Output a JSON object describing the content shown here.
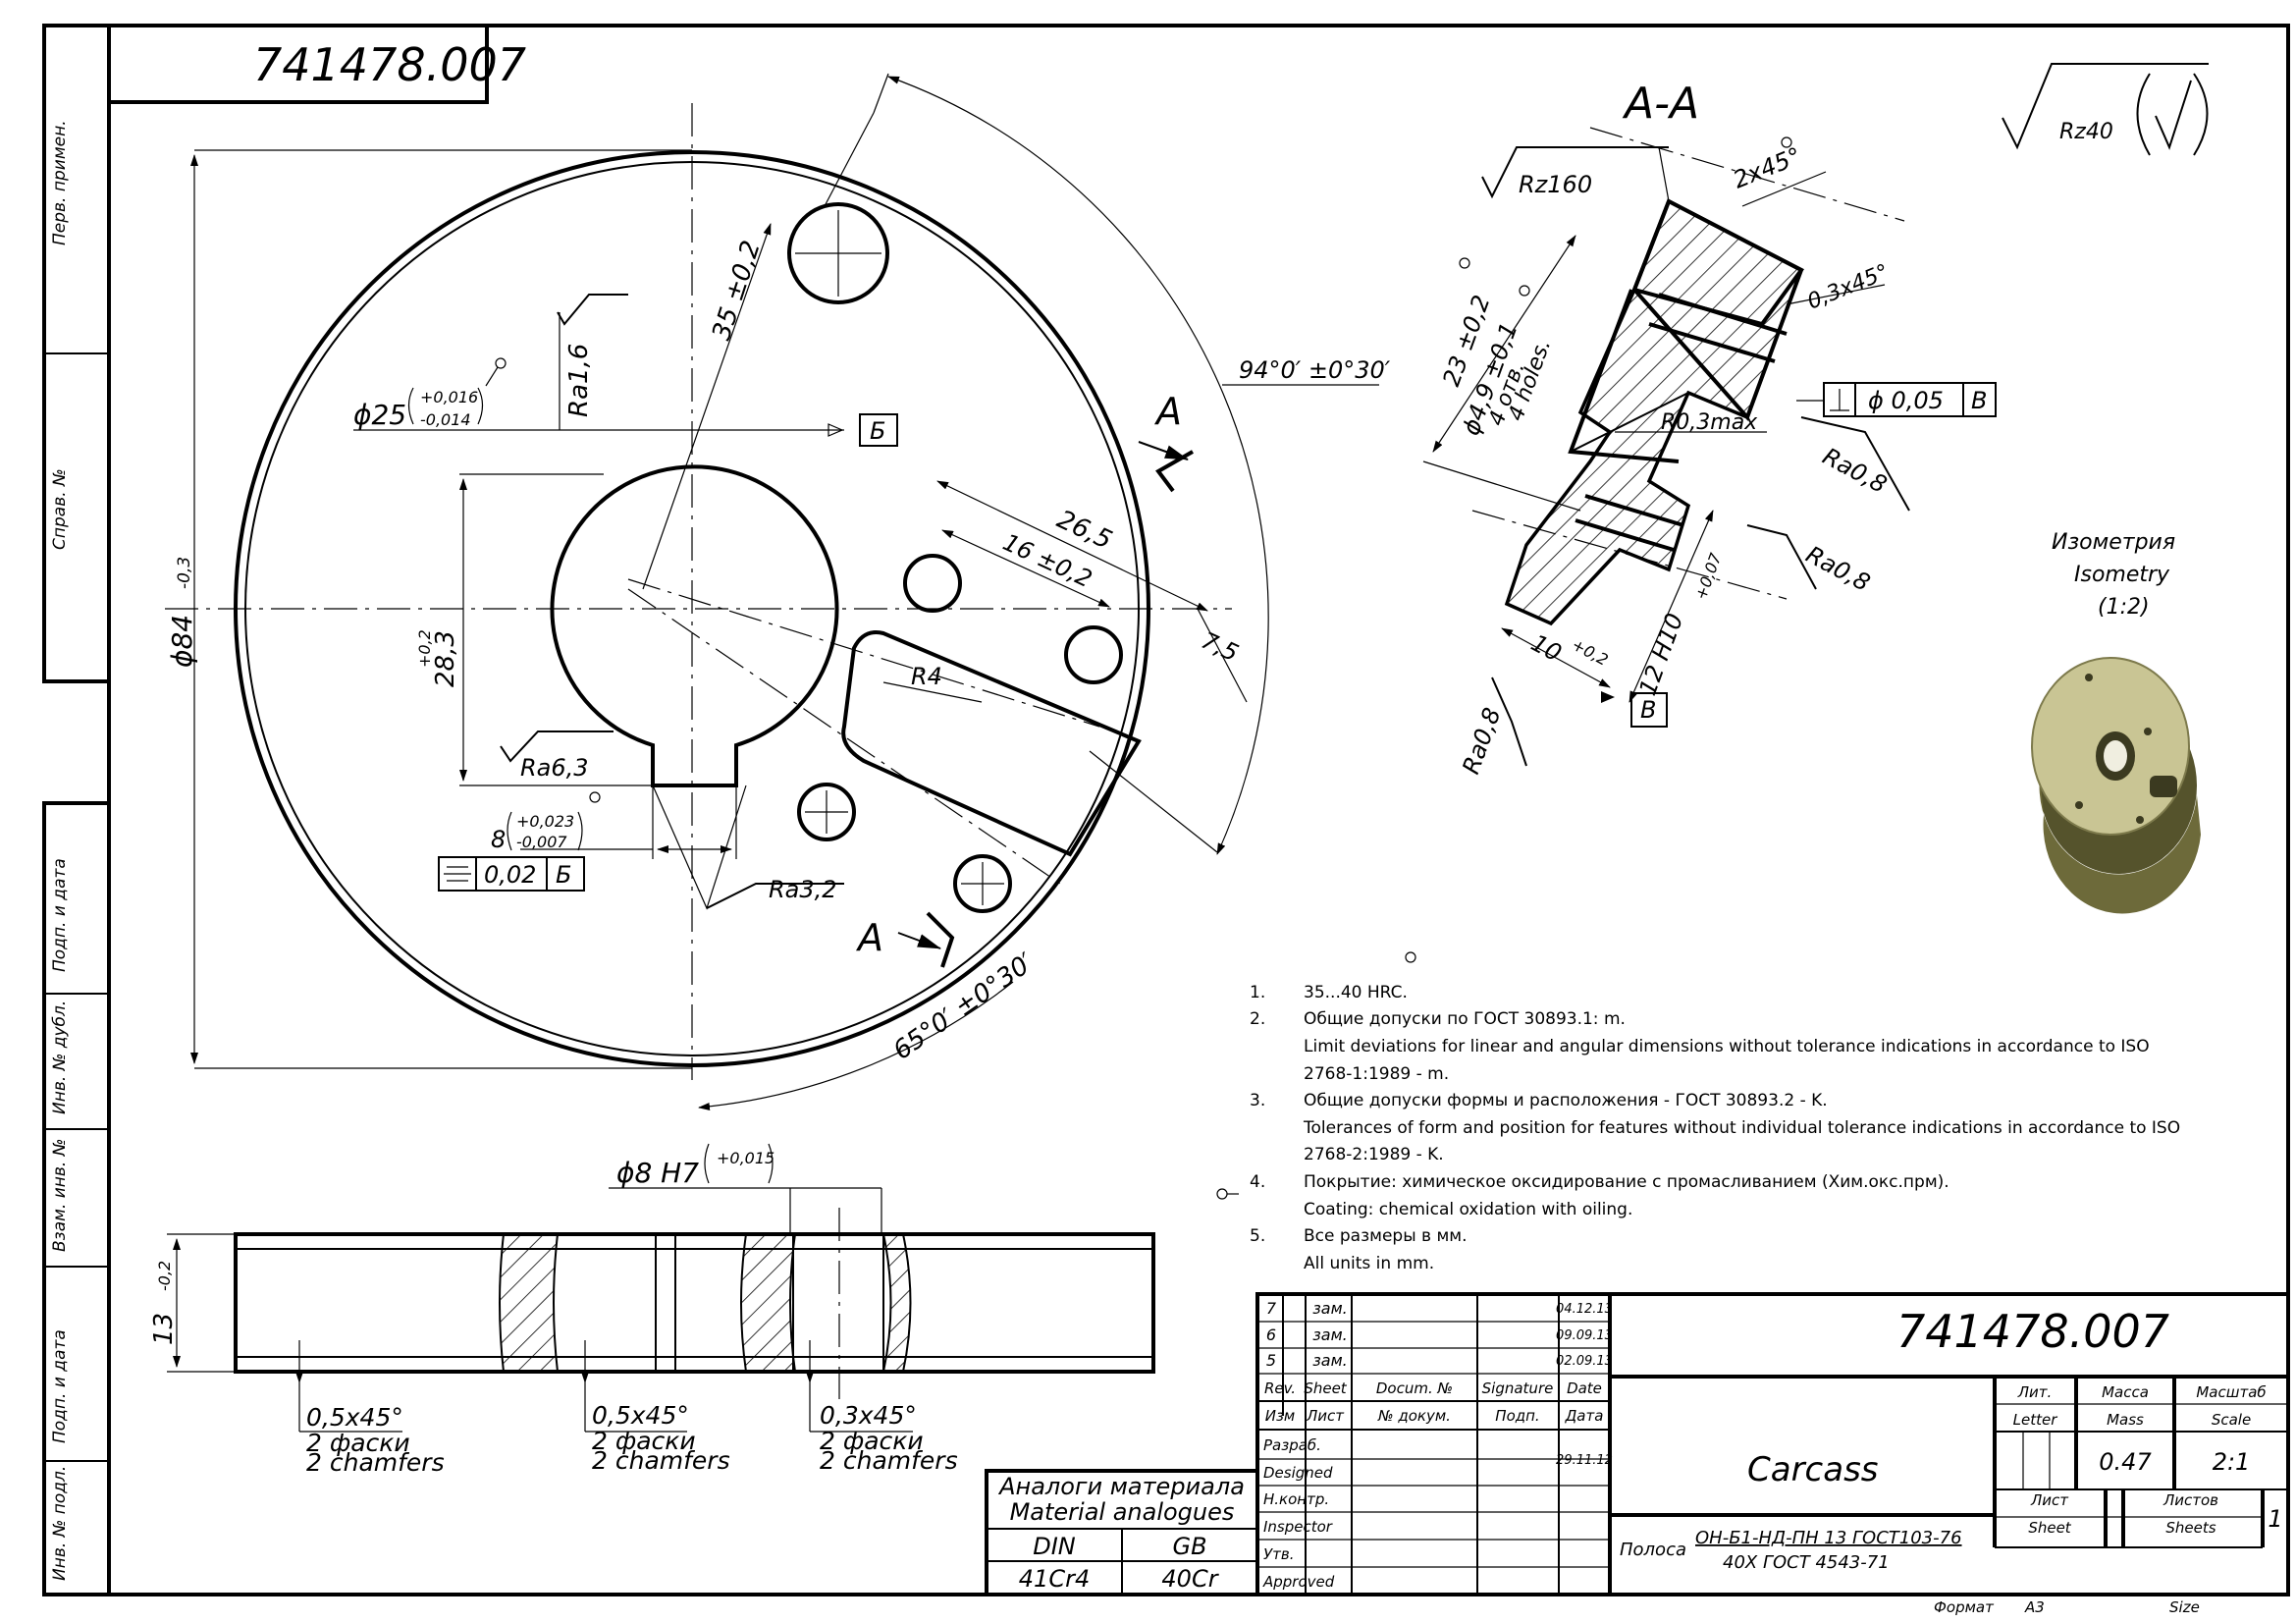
{
  "drawing_number": "741478.007",
  "side_strip": {
    "first_use": "Перв. примен.",
    "ref_no": "Справ. №",
    "sign_date_1": "Подп. и дата",
    "dup_inv": "Инв. № дубл.",
    "replace_inv": "Взам. инв. №",
    "sign_date_2": "Подп. и дата",
    "orig_inv": "Инв. № подл."
  },
  "section_label": "A-A",
  "surface_roughness": {
    "general": "Rz40",
    "section_rz": "Rz160"
  },
  "main_view": {
    "dims": {
      "diameter": "ϕ84",
      "diameter_tol": "-0,3",
      "bore": "ϕ25",
      "bore_tol_upper": "+0,016",
      "bore_tol_lower": "-0,014",
      "datum_b": "Б",
      "ra_bore": "Ra1,6",
      "key_depth": "28,3",
      "key_depth_tol": "+0,2",
      "ra_key": "Ra6,3",
      "key_width": "8",
      "key_tol_upper": "+0,023",
      "key_tol_lower": "-0,007",
      "symmetry_value": "0,02",
      "symmetry_datum": "Б",
      "ra_key_bottom": "Ra3,2",
      "radial": "35 ±0,2",
      "angle_top": "94°0′ ±0°30′",
      "angle_bottom": "65°0′ ±0°30′",
      "slot_len": "26,5",
      "hole_pitch": "16 ±0,2",
      "slot_offset": "7,5",
      "slot_radius": "R4",
      "cut_a": "A"
    }
  },
  "section_view": {
    "dims": {
      "chamfer_top": "2x45°",
      "chamfer_small": "0,3x45°",
      "height": "23 ±0,2",
      "holes": "ϕ4,9 ±0,1",
      "holes_ru": "4 отв.",
      "holes_en": "4 holes.",
      "radius": "R0,3max",
      "perp_value": "ϕ 0,05",
      "perp_datum": "B",
      "ra_top": "Ra0,8",
      "ra_mid": "Ra0,8",
      "ra_bot": "Ra0,8",
      "step": "10",
      "step_tol": "+0,2",
      "shaft_fit": "12 H10",
      "shaft_tol": "+0,07",
      "datum_b": "B"
    }
  },
  "bottom_view": {
    "thickness": "13",
    "thickness_tol": "-0,2",
    "hole_fit": "ϕ8 H7",
    "hole_tol": "+0,015",
    "chamfers": [
      {
        "size": "0,5x45°",
        "ru": "2 фаски",
        "en": "2 chamfers"
      },
      {
        "size": "0,5x45°",
        "ru": "2 фаски",
        "en": "2 chamfers"
      },
      {
        "size": "0,3x45°",
        "ru": "2 фаски",
        "en": "2 chamfers"
      }
    ]
  },
  "isometry": {
    "ru": "Изометрия",
    "en": "Isometry",
    "scale": "(1:2)"
  },
  "notes": [
    {
      "n": "1.",
      "lines": [
        "35...40 HRC."
      ]
    },
    {
      "n": "2.",
      "lines": [
        "Общие допуски по ГОСТ 30893.1: m.",
        "Limit deviations for linear and angular dimensions without tolerance indications in accordance to ISO",
        "2768-1:1989 - m."
      ]
    },
    {
      "n": "3.",
      "lines": [
        "Общие допуски формы и расположения - ГОСТ 30893.2 - K.",
        "Tolerances of form and position for features without individual tolerance indications in accordance to ISO",
        "2768-2:1989 - K."
      ]
    },
    {
      "n": "4.",
      "lines": [
        "Покрытие: химическое оксидирование с промасливанием (Хим.окс.прм).",
        "Coating: chemical oxidation with oiling."
      ]
    },
    {
      "n": "5.",
      "lines": [
        "Все размеры в мм.",
        "All units in mm."
      ]
    }
  ],
  "material_analogues": {
    "title_ru": "Аналоги материала",
    "title_en": "Material analogues",
    "headers": [
      "DIN",
      "GB"
    ],
    "values": [
      "41Cr4",
      "40Cr"
    ]
  },
  "title_block": {
    "revisions": [
      {
        "rev": "7",
        "sheet": "зам.",
        "date": "04.12.13"
      },
      {
        "rev": "6",
        "sheet": "зам.",
        "date": "09.09.13"
      },
      {
        "rev": "5",
        "sheet": "зам.",
        "date": "02.09.13"
      }
    ],
    "rev_headers_en": [
      "Rev.",
      "Sheet",
      "Docum. №",
      "Signature",
      "Date"
    ],
    "rev_headers_ru": [
      "Изм",
      "Лист",
      "№ докум.",
      "Подп.",
      "Дата"
    ],
    "roles": [
      "Разраб.",
      "Designed",
      "Н.контр.",
      "Inspector",
      "Утв.",
      "Approved"
    ],
    "design_date": "29.11.12",
    "part_name": "Carcass",
    "material_prefix": "Полоса",
    "material_line1": "ОН-Б1-НД-ПН 13 ГОСТ103-76",
    "material_line2": "40Х ГОСТ 4543-71",
    "lit_ru": "Лит.",
    "lit_en": "Letter",
    "mass_ru": "Масса",
    "mass_en": "Mass",
    "mass_value": "0.47",
    "scale_ru": "Масштаб",
    "scale_en": "Scale",
    "scale_value": "2:1",
    "sheet_ru": "Лист",
    "sheet_en": "Sheet",
    "sheets_ru": "Листов",
    "sheets_en": "Sheets",
    "sheets_value": "1",
    "format_ru": "Формат",
    "format_value": "A3",
    "format_en": "Size"
  }
}
